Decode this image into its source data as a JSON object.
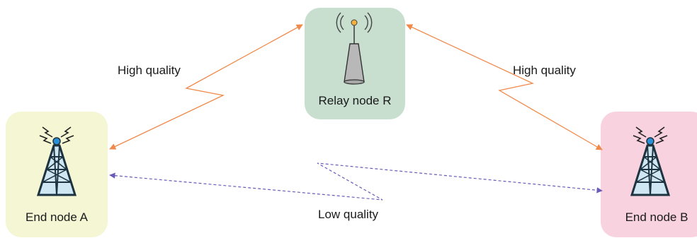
{
  "nodes": {
    "end_a": {
      "label": "End node A",
      "color": "#f4f6d4",
      "icon": "transmission-tower-icon"
    },
    "relay": {
      "label": "Relay node R",
      "color": "#c8dfd0",
      "icon": "antenna-icon"
    },
    "end_b": {
      "label": "End node B",
      "color": "#f8d2df",
      "icon": "transmission-tower-icon"
    }
  },
  "links": {
    "a_to_r": {
      "label": "High quality",
      "color": "#f08a4b",
      "style": "solid"
    },
    "r_to_b": {
      "label": "High quality",
      "color": "#f08a4b",
      "style": "solid"
    },
    "a_to_b": {
      "label": "Low quality",
      "color": "#6b5bb8",
      "style": "dashed"
    }
  }
}
